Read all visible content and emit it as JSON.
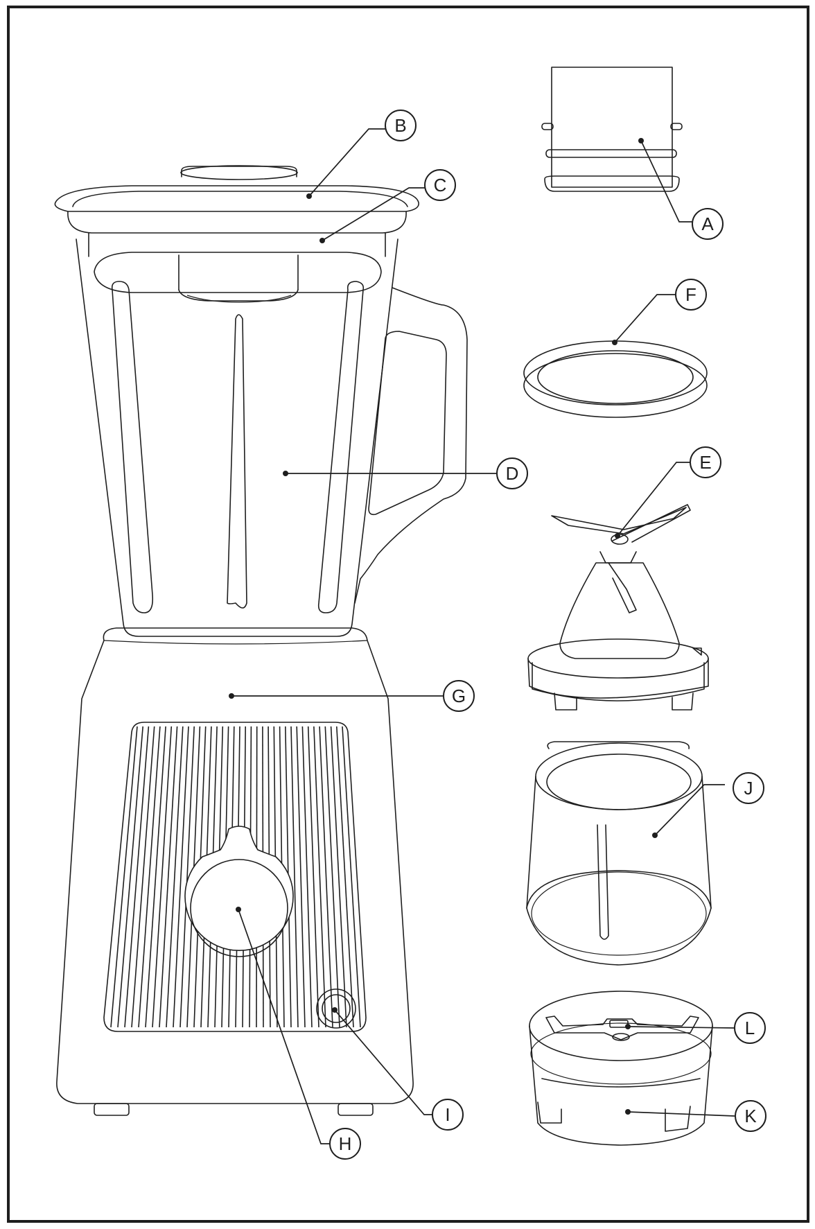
{
  "colors": {
    "line": "#1e1e1e",
    "background": "#ffffff"
  },
  "callouts": [
    {
      "id": "A",
      "label": "A"
    },
    {
      "id": "B",
      "label": "B"
    },
    {
      "id": "C",
      "label": "C"
    },
    {
      "id": "D",
      "label": "D"
    },
    {
      "id": "E",
      "label": "E"
    },
    {
      "id": "F",
      "label": "F"
    },
    {
      "id": "G",
      "label": "G"
    },
    {
      "id": "H",
      "label": "H"
    },
    {
      "id": "I",
      "label": "I"
    },
    {
      "id": "J",
      "label": "J"
    },
    {
      "id": "K",
      "label": "K"
    },
    {
      "id": "L",
      "label": "L"
    }
  ]
}
